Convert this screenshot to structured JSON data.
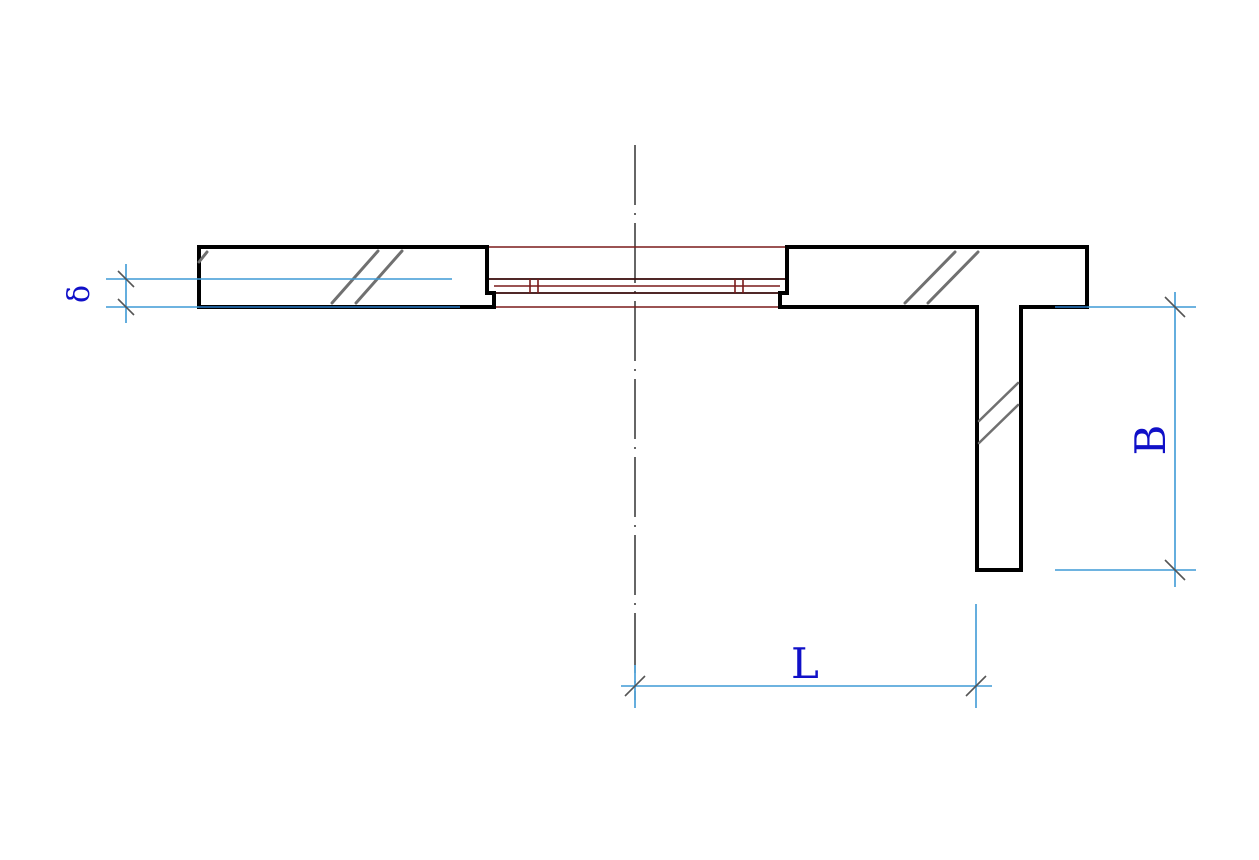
{
  "diagram": {
    "dimensions": {
      "thickness_label": "δ",
      "flange_height_label": "B",
      "overhang_length_label": "L"
    },
    "colors": {
      "outline": "#000000",
      "hatch": "#707070",
      "dimension_line": "#3e9ad6",
      "dimension_text": "#1010c8",
      "plate": "#7a1a1a"
    }
  }
}
